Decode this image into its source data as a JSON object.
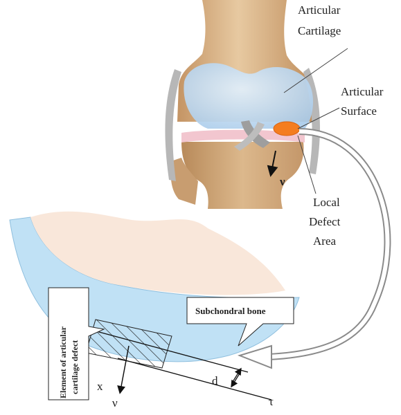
{
  "labels": {
    "articular_cartilage_1": "Articular",
    "articular_cartilage_2": "Cartilage",
    "articular_surface_1": "Articular",
    "articular_surface_2": "Surface",
    "local_defect_1": "Local",
    "local_defect_2": "Defect",
    "local_defect_3": "Area",
    "normal_on_knee": "ν",
    "subchondral_bone": "Subchondral bone",
    "element_defect_1": "Element of articular",
    "element_defect_2": "cartilage defect",
    "axis_x": "x",
    "axis_nu": "ν",
    "thickness_d": "d",
    "axis_tau": "τ"
  },
  "colors": {
    "bone": "#d8b48a",
    "cartilage": "#c9e2f6",
    "cartilage_band": "#bfe0f4",
    "subchondral": "#f8e6d8",
    "defect": "#f47d1f",
    "meniscus": "#f2c6cf",
    "ligament": "#b4b4b4"
  },
  "icons": {
    "defect_marker": "orange-ellipse-icon",
    "connector": "curved-arrow-icon"
  }
}
